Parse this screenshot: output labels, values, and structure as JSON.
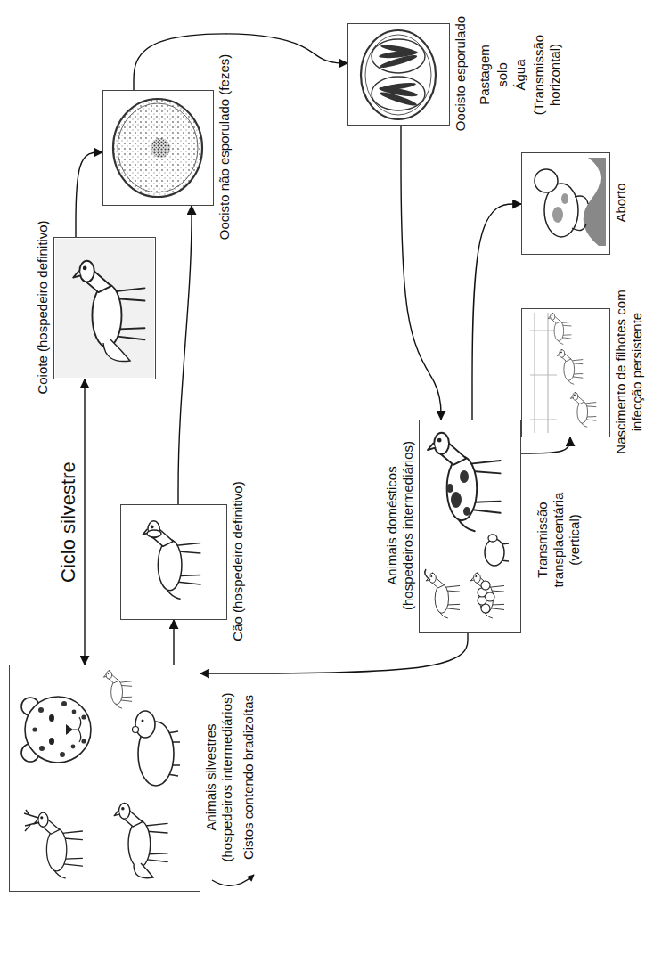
{
  "diagram": {
    "nodes": [
      {
        "text": [
          "Animais silvestres (hospedeiros intermediários)",
          "Cistos contendo bradizoítas"
        ]
      },
      {
        "text": [
          "Coiote (hospedeiro definitivo)"
        ]
      },
      {
        "text": [
          "Oocisto não esporulado (fezes)"
        ]
      },
      {
        "text": [
          "Cão (hospedeiro definitivo)"
        ]
      },
      {
        "text": [
          "Oocisto esporulado"
        ]
      },
      {
        "text": [
          "Animais domésticos (hospedeiros intermediários)"
        ]
      },
      {
        "text": [
          "Nascimento de filhotes com infecção persistente"
        ]
      },
      {
        "text": [
          "Aborto"
        ]
      }
    ],
    "edges": [
      {
        "from": 0,
        "to": 1,
        "arrow": "both",
        "label": "Ciclo silvestre"
      },
      {
        "from": 1,
        "to": 2,
        "arrow": "to"
      },
      {
        "from": 3,
        "to": 2,
        "arrow": "to"
      },
      {
        "from": 2,
        "to": 4,
        "arrow": "to"
      },
      {
        "from": 4,
        "to": 5,
        "arrow": "to"
      },
      {
        "from": 5,
        "to": 0,
        "arrow": "to"
      },
      {
        "from": 0,
        "to": 3,
        "arrow": "to"
      },
      {
        "from": 5,
        "to": 6,
        "arrow": "to"
      },
      {
        "from": 5,
        "to": 7,
        "arrow": "to"
      }
    ],
    "labels": [
      "Pastagem",
      "solo",
      "Água",
      "(Transmissão horizontal)",
      "Transmissão transplacentária (vertical)"
    ]
  }
}
